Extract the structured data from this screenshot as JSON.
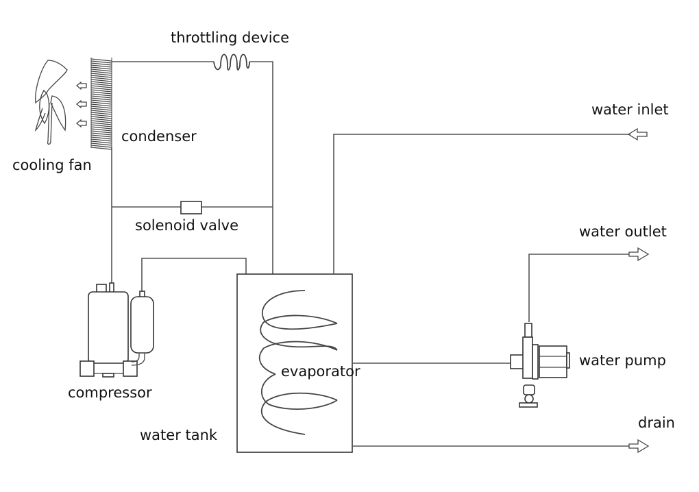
{
  "title": "Heat pump water heater / refrigeration cycle schematic",
  "labels": {
    "throttling_device": "throttling device",
    "condenser": "condenser",
    "cooling_fan": "cooling fan",
    "solenoid_valve": "solenoid valve",
    "compressor": "compressor",
    "evaporator": "evaporator",
    "water_tank": "water tank",
    "water_inlet": "water inlet",
    "water_outlet": "water outlet",
    "water_pump": "water pump",
    "drain": "drain"
  },
  "icons": {
    "fan": "fan-blade-icon",
    "condenser": "coil-fins-icon",
    "throttle": "helical-coil-icon",
    "valve": "rectangle-valve-icon",
    "compressor": "compressor-icon",
    "pump": "pump-icon",
    "arrow": "hollow-arrow-icon"
  },
  "colors": {
    "line": "#555555",
    "text": "#111111",
    "background": "#ffffff"
  }
}
